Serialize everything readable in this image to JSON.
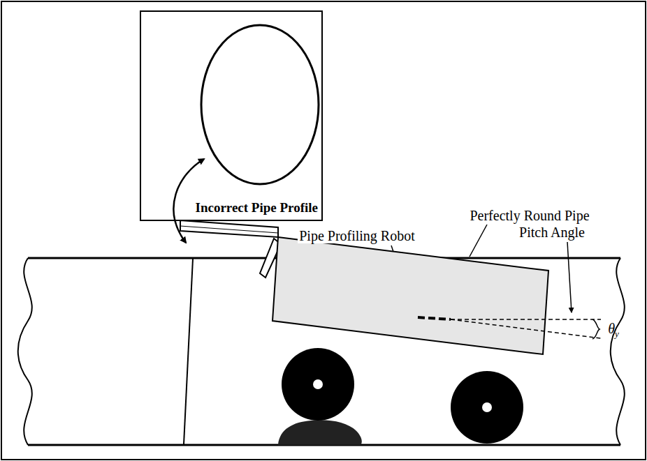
{
  "diagram": {
    "nodes": [
      {
        "text": [
          "Incorrect Pipe Profile"
        ]
      }
    ],
    "labels": [
      "Perfectly Round Pipe",
      "Pipe Profiling Robot",
      "Pitch Angle",
      "θy"
    ]
  }
}
